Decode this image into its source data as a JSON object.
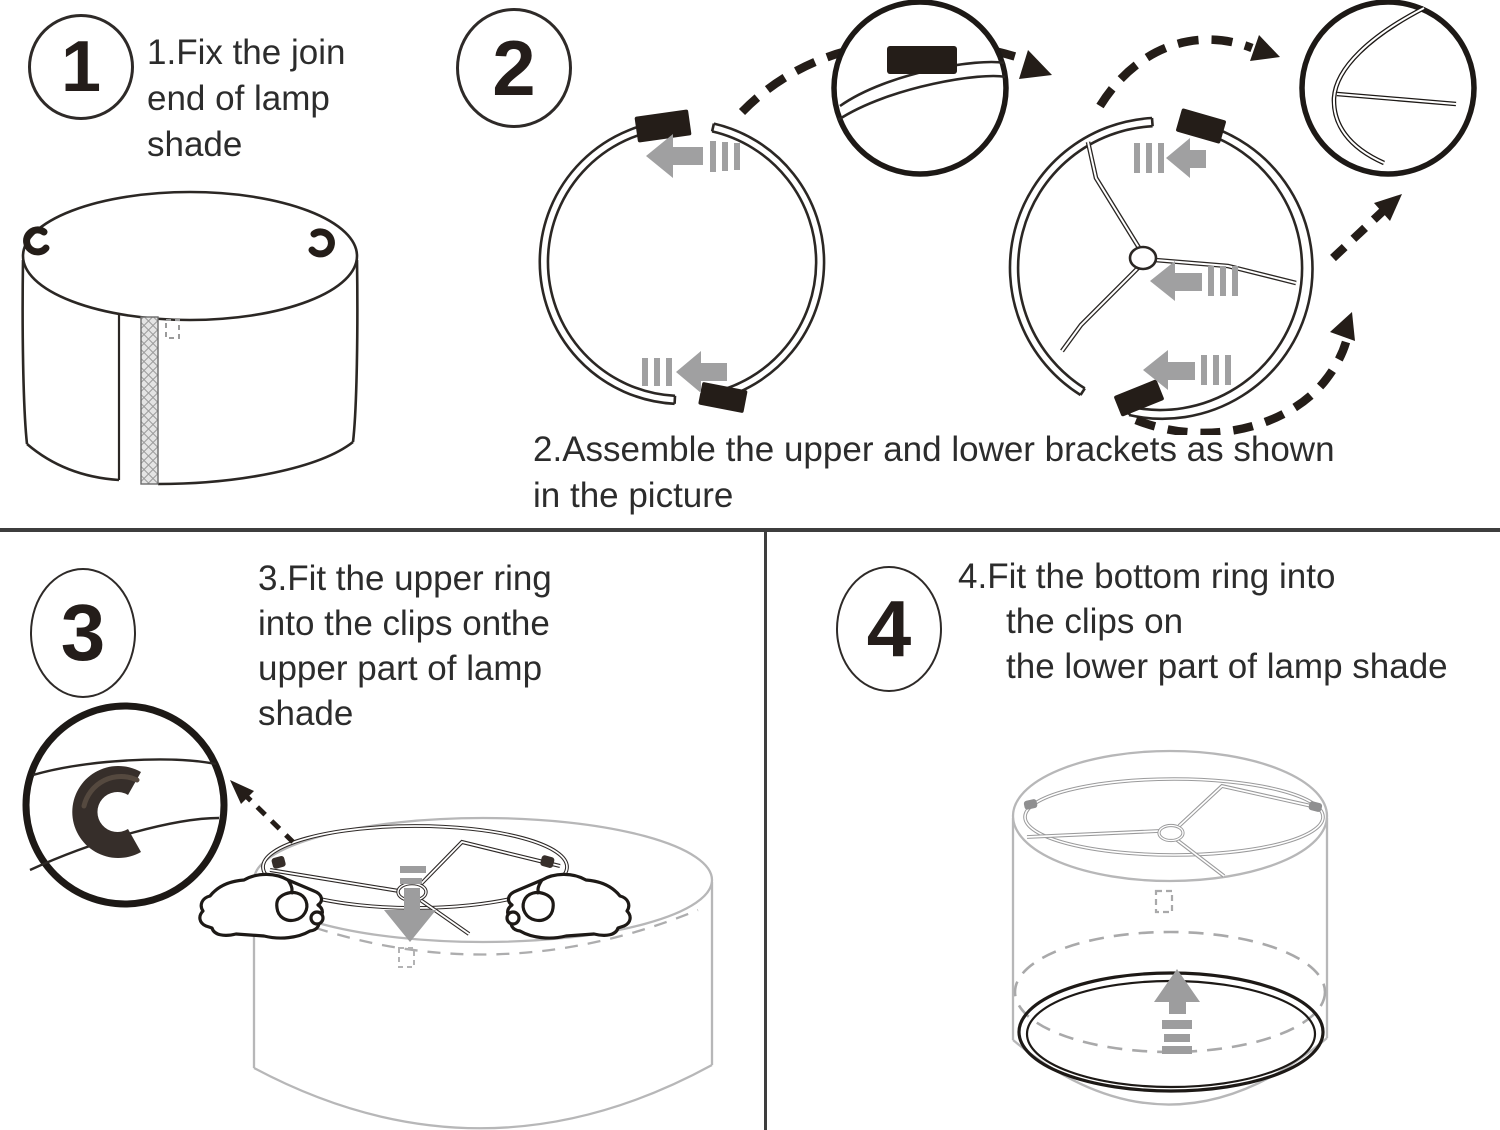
{
  "document": {
    "kind": "lamp shade assembly instruction sheet",
    "background": "#ffffff"
  },
  "colors": {
    "line_black": "#2b2724",
    "fill_black": "#241d18",
    "gray_arrow": "#a0a0a1",
    "light_gray_line": "#b7b7b8",
    "divider": "#3e3e3e",
    "text": "#2c2c2c"
  },
  "icons": [
    "magnifier-circle",
    "dashed-callout-arrow",
    "insert-direction-arrow",
    "connector-block",
    "rim-clip",
    "alignment-dashed-square"
  ],
  "steps": [
    {
      "number": "1",
      "lines": [
        "1.Fix the join",
        "end of lamp",
        "shade"
      ]
    },
    {
      "number": "2",
      "lines": [
        "2.Assemble the upper and lower brackets as shown",
        "in the picture"
      ]
    },
    {
      "number": "3",
      "lines": [
        "3.Fit the upper ring",
        "into the clips onthe",
        "upper part of lamp",
        "shade"
      ]
    },
    {
      "number": "4",
      "lines": [
        "4.Fit the bottom ring into",
        "the clips on",
        "the lower part of lamp shade"
      ]
    }
  ]
}
